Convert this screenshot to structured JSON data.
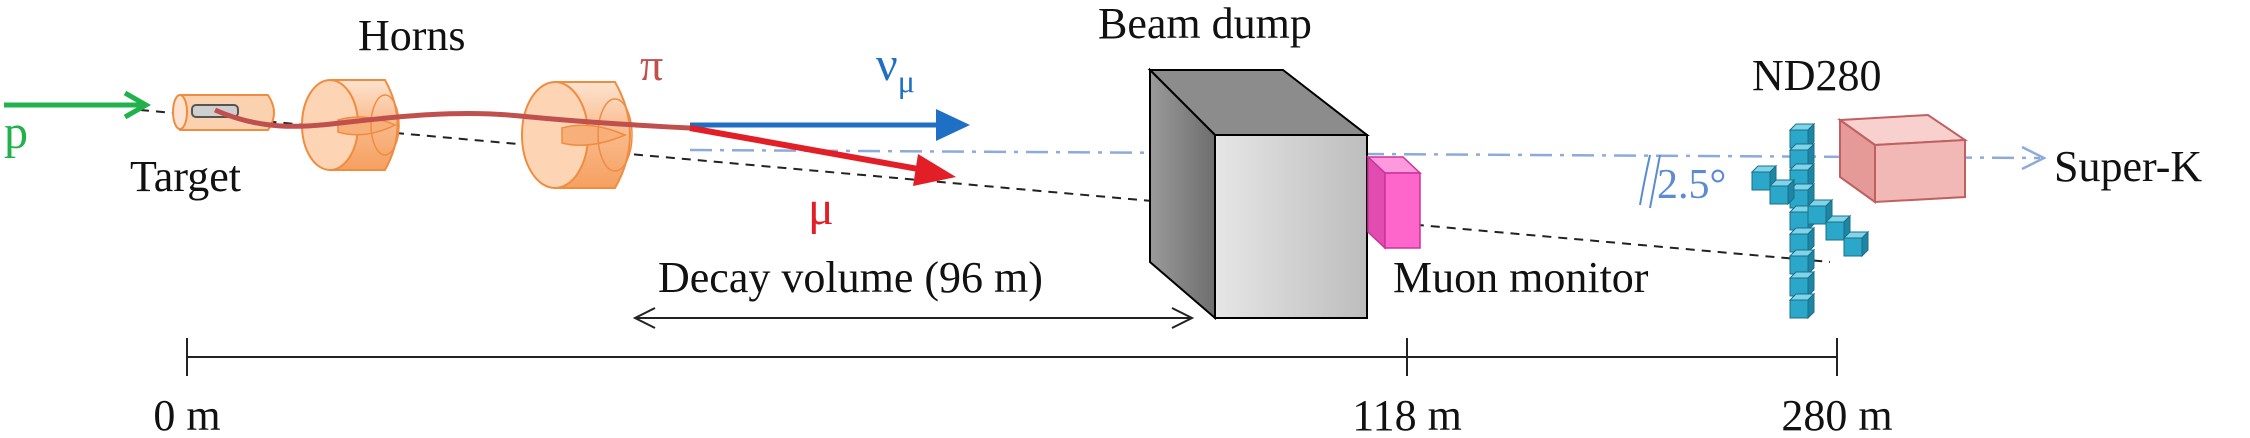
{
  "labels": {
    "proton": "p",
    "horns": "Horns",
    "target": "Target",
    "pion": "π",
    "neutrino_symbol": "ν",
    "neutrino_subscript": "μ",
    "muon": "μ",
    "beam_dump": "Beam dump",
    "nd280": "ND280",
    "angle": "2.5°",
    "super_k": "Super-K",
    "decay_volume": "Decay volume (96 m)",
    "muon_monitor": "Muon monitor"
  },
  "scale": {
    "ticks": [
      {
        "label": "0 m",
        "value": 0
      },
      {
        "label": "118 m",
        "value": 118
      },
      {
        "label": "280 m",
        "value": 280
      }
    ]
  },
  "colors": {
    "proton": "#22b24c",
    "pion": "#c0504d",
    "neutrino": "#1f6fc5",
    "muon": "#e21e26",
    "axis_line": "#8eaadb",
    "angle_text": "#5b8bd0",
    "horn": "#f9b98a",
    "beam_dump": "#cfcfcf",
    "muon_monitor": "#ff66cc",
    "nd280_box": "#f2b8b5",
    "detector": "#2aa7c9"
  }
}
